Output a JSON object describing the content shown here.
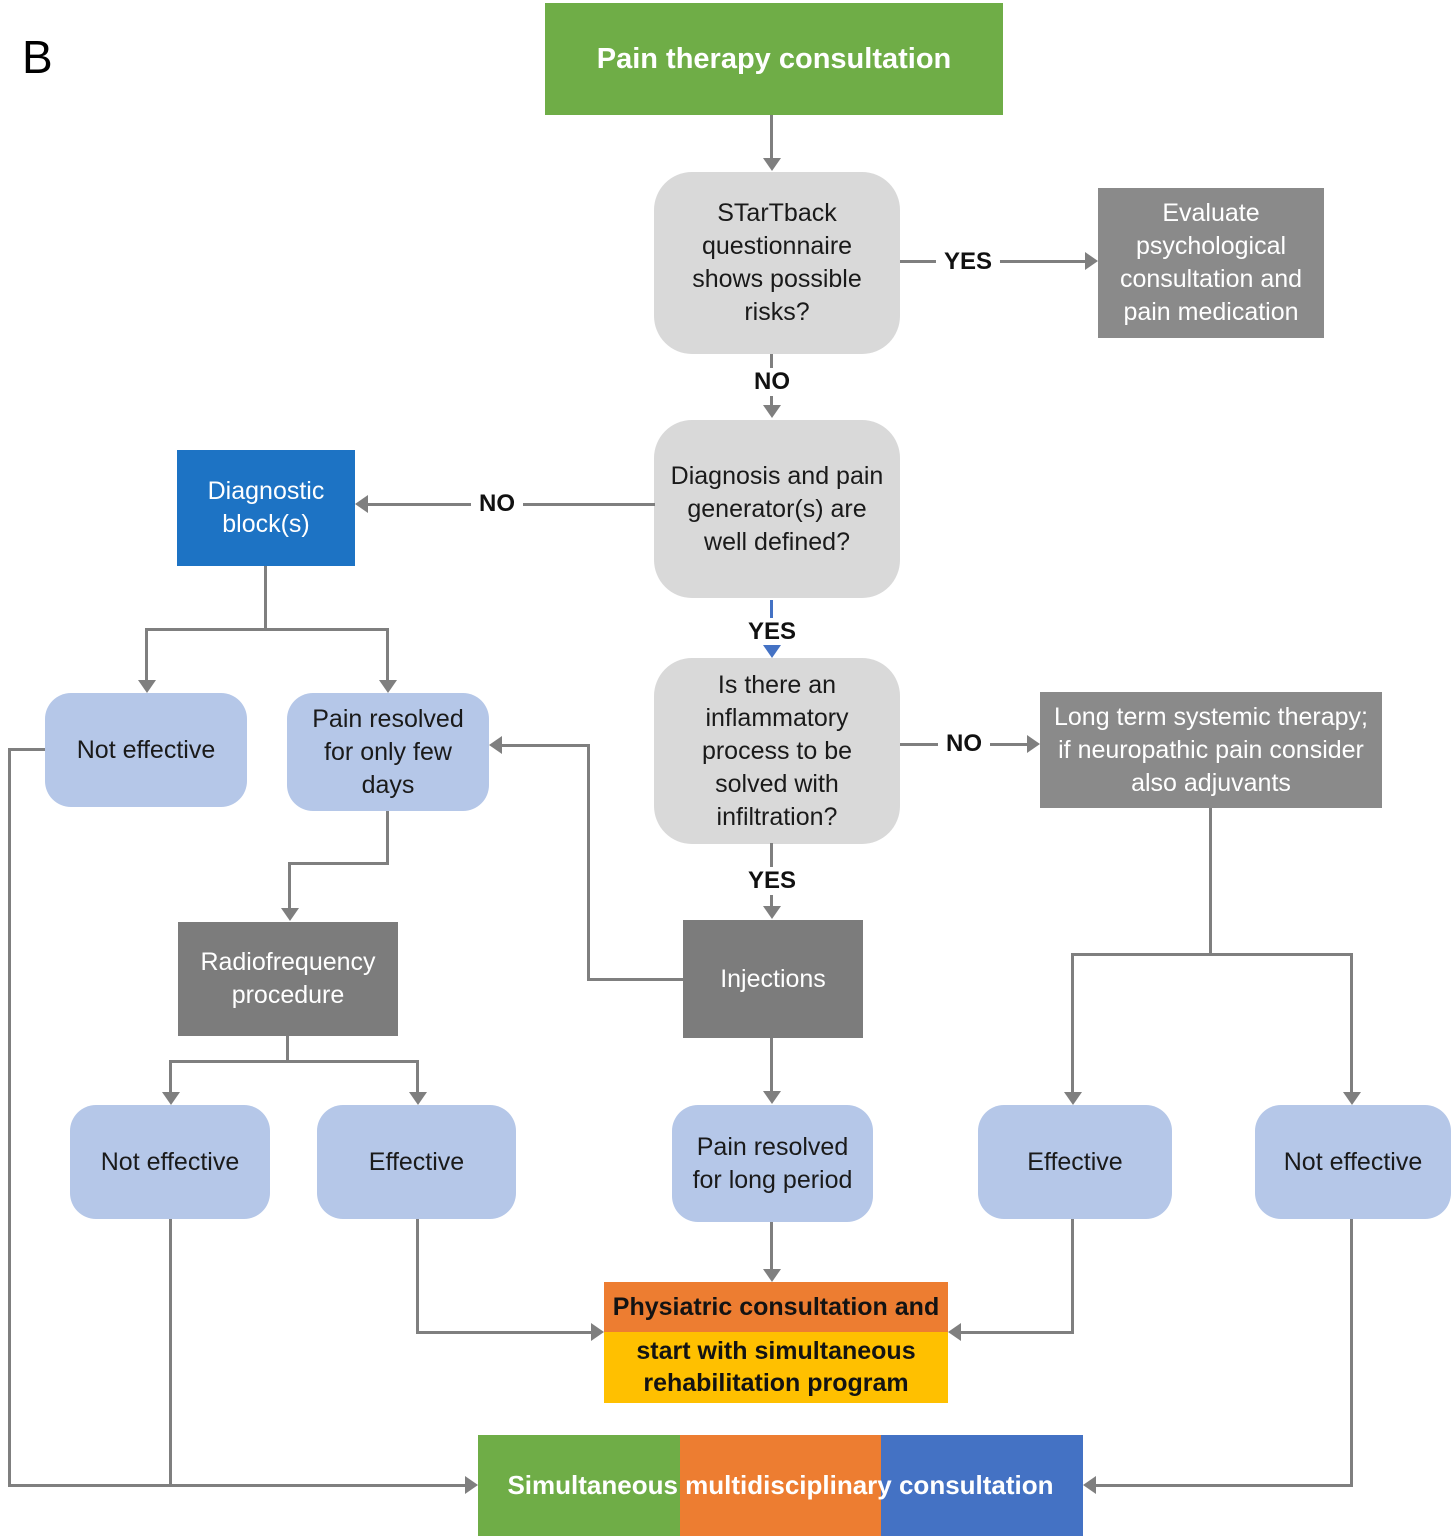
{
  "figure_label": "B",
  "nodes": {
    "start": "Pain therapy consultation",
    "startback": "STarTback questionnaire shows possible risks?",
    "evaluate": "Evaluate psychological consultation and pain medication",
    "diagnosis": "Diagnosis and pain generator(s) are well defined?",
    "diagnostic_block": "Diagnostic block(s)",
    "not_effective_block": "Not effective",
    "pain_few_days": "Pain resolved for only few days",
    "inflammatory": "Is there an inflammatory process to be solved with infiltration?",
    "long_term": "Long term systemic therapy; if neuropathic pain consider also adjuvants",
    "radiofrequency": "Radiofrequency procedure",
    "injections": "Injections",
    "not_effective_rf": "Not effective",
    "effective_rf": "Effective",
    "pain_long_period": "Pain resolved for long period",
    "effective_lt": "Effective",
    "not_effective_lt": "Not effective",
    "physiatric_line1": "Physiatric consultation and",
    "physiatric_line2": "start with simultaneous rehabilitation program",
    "final": "Simultaneous multidisciplinary consultation"
  },
  "edge_labels": {
    "yes_risks": "YES",
    "no_risks": "NO",
    "no_defined": "NO",
    "yes_defined": "YES",
    "no_inflammation": "NO",
    "yes_inflammation": "YES"
  },
  "colors": {
    "header_green": "#6FAD47",
    "decision_gray": "#D9D9D9",
    "medium_gray": "#8A8A8A",
    "dark_gray": "#7C7C7C",
    "diagnostic_blue": "#1D73C4",
    "light_blue": "#B5C7E8",
    "orange": "#ED7D31",
    "yellow": "#FFC000",
    "bar_blue": "#4472C4",
    "arrow_gray": "#7F7F7F",
    "accent_arrow_blue": "#4472C4"
  }
}
